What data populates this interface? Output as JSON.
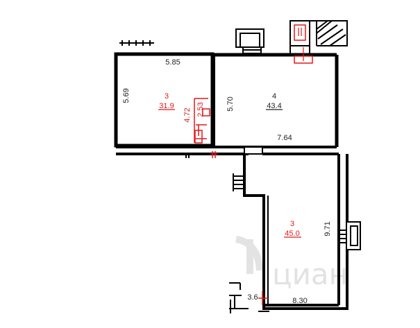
{
  "plan": {
    "rooms": [
      {
        "number": "3",
        "area": "31.9"
      },
      {
        "number": "4",
        "area": "43.4"
      },
      {
        "number": "3",
        "area": "45.0"
      }
    ],
    "dimensions": {
      "d1": "5.85",
      "d2": "5.69",
      "d3": "5.70",
      "d4": "7.64",
      "d5": "9.71",
      "d6": "8.30"
    },
    "red_dimensions": {
      "r1": "4.72",
      "r2": "2.53"
    },
    "small_labels": {
      "s1": "3.6"
    },
    "watermark": "циан",
    "colors": {
      "wall": "#000000",
      "red": "#e01818",
      "watermark": "#dfdfdf"
    }
  }
}
